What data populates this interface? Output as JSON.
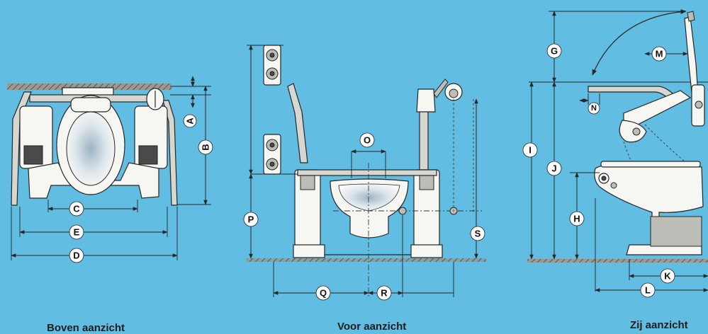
{
  "views": {
    "top": {
      "caption": "Boven aanzicht"
    },
    "front": {
      "caption": "Voor aanzicht"
    },
    "side": {
      "caption": "Zij aanzicht"
    }
  },
  "dimensions": {
    "A": "A",
    "B": "B",
    "C": "C",
    "D": "D",
    "E": "E",
    "G": "G",
    "H": "H",
    "I": "I",
    "J": "J",
    "K": "K",
    "L": "L",
    "M": "M",
    "N": "N",
    "O": "O",
    "P": "P",
    "Q": "Q",
    "R": "R",
    "S": "S"
  },
  "colors": {
    "background": "#62bde3",
    "line": "#262626",
    "badge": "#ffffff"
  }
}
